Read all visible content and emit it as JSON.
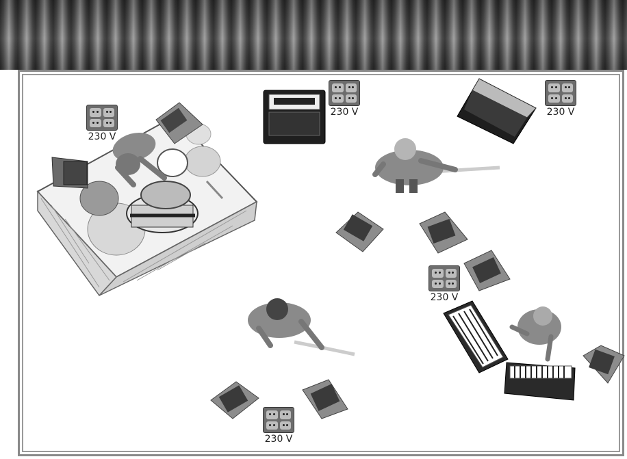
{
  "title": "",
  "power_outlets": [
    {
      "id": "drum-riser-outlet",
      "label": "230 V"
    },
    {
      "id": "bass-amp-outlet",
      "label": "230 V"
    },
    {
      "id": "guitar-case-outlet",
      "label": "230 V"
    },
    {
      "id": "center-right-outlet",
      "label": "230 V"
    },
    {
      "id": "front-center-outlet",
      "label": "230 V"
    }
  ],
  "colors": {
    "stage_floor": "#ffffff",
    "frame": "#8a8a8a",
    "monitor": "#7a7a7a",
    "outlet": "#6d6d6d"
  },
  "icons": [
    "drum-kit-icon",
    "drummer-icon",
    "bassist-icon",
    "guitarist-icon",
    "keyboardist-icon",
    "keyboard-icon",
    "monitor-wedge-icon",
    "amp-case-icon",
    "power-outlet-icon",
    "curtain-icon"
  ]
}
